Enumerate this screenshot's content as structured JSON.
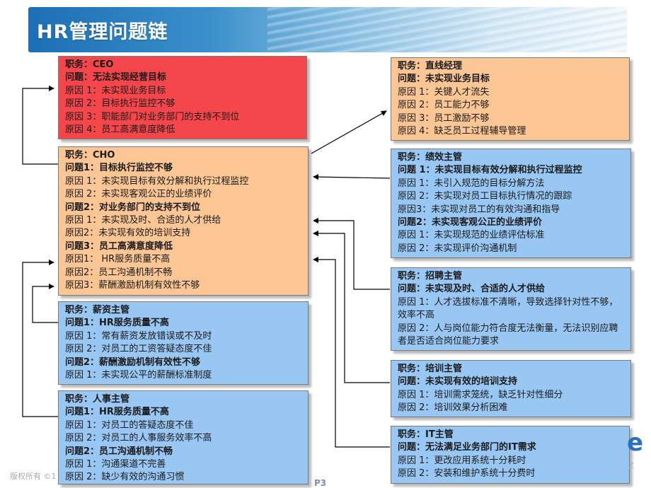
{
  "header": {
    "title": "HR管理问题链"
  },
  "footer": {
    "copyright_fragment": "版权所有 ©1",
    "page_number": "P3",
    "logo_fragment": "e",
    "logo_sub_fragment": "Z"
  },
  "boxes": {
    "ceo": [
      "职务：CEO",
      "问题：无法实现经营目标",
      "原因 1：未实现业务目标",
      "原因 2：目标执行监控不够",
      "原因 3：职能部门对业务部门的支持不到位",
      "原因 4：员工高满意度降低"
    ],
    "cho": [
      "职务：CHO",
      "问题1：目标执行监控不够",
      "原因 1：未实现目标有效分解和执行过程监控",
      "原因 2：未实现客观公正的业绩评价",
      "问题2：对业务部门的支持不到位",
      "原因 1：未实现及时、合适的人才供给",
      "原因2：未实现有效的培训支持",
      "问题3：员工高满意度降低",
      "原因1： HR服务质量不高",
      "原因2：员工沟通机制不畅",
      "原因3：薪酬激励机制有效性不够"
    ],
    "salary": [
      "职务：薪资主管",
      "问题1：HR服务质量不高",
      "原因 1：常有薪资发放错误或不及时",
      "原因 2：对员工的工资答疑态度不佳",
      "问题2：薪酬激励机制有效性不够",
      "原因 1：未实现公平的薪酬标准制度"
    ],
    "personnel": [
      "职务：人事主管",
      "问题1：HR服务质量不高",
      "原因 1：对员工的答疑态度不佳",
      "原因 2：对员工的人事服务效率不高",
      "问题2：员工沟通机制不畅",
      "原因 1：沟通渠道不完善",
      "原因 2：缺少有效的沟通习惯"
    ],
    "line_manager": [
      "职务：直线经理",
      "问题：未实现业务目标",
      "原因 1：关键人才流失",
      "原因 2：员工能力不够",
      "原因 3：员工激励不够",
      "原因 4：缺乏员工过程辅导管理"
    ],
    "performance": [
      "职务：绩效主管",
      "问题 1：未实现目标有效分解和执行过程监控",
      "原因 1：未引入规范的目标分解方法",
      "原因 2：未实现对员工目标执行情况的跟踪",
      "原因3：未实现对员工的有效沟通和指导",
      "问题2：未实现客观公正的业绩评价",
      "原因 1：未实现规范的业绩评估标准",
      "原因 2：未实现评价沟通机制"
    ],
    "recruit": [
      "职务：招聘主管",
      "问题：未实现及时、合适的人才供给",
      "原因 1：人才选拔标准不清晰，导致选择针对性不够，效率不高",
      "原因 2：人与岗位能力符合度无法衡量，无法识别应聘者是否适合岗位能力要求"
    ],
    "training": [
      "职务：培训主管",
      "问题：未实现有效的培训支持",
      "原因 1：培训需求笼统，缺乏针对性细分",
      "原因 2：培训效果分析困难"
    ],
    "it": [
      "职务：IT主管",
      "问题：无法满足业务部门的IT需求",
      "原因 1：更改应用系统十分耗时",
      "原因 2：安装和维护系统十分费时"
    ]
  }
}
